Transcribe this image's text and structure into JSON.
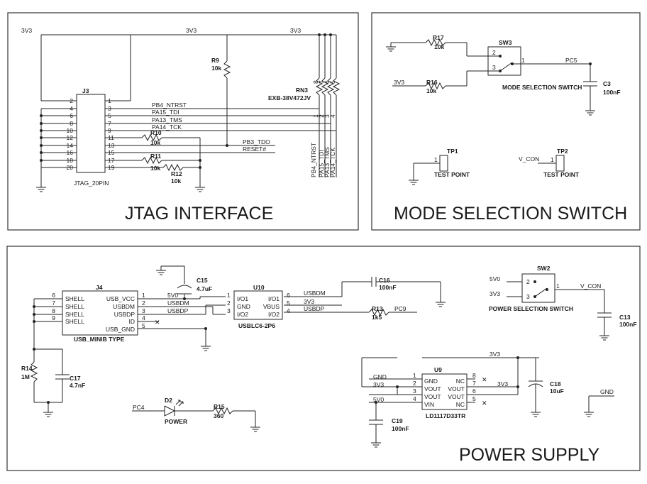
{
  "sections": {
    "jtag": "JTAG INTERFACE",
    "mode": "MODE SELECTION SWITCH",
    "power": "POWER SUPPLY"
  },
  "nets": {
    "v3": "3V3",
    "v5": "5V0",
    "gnd": "GND",
    "vcon": "V_CON",
    "pc4": "PC4",
    "pc5": "PC5",
    "pc9": "PC9",
    "usbdm": "USBDM",
    "usbdp": "USBDP",
    "usbdm5v": "5V0"
  },
  "jtag": {
    "ref": "J3",
    "part": "JTAG_20PIN",
    "left_pins": [
      "2",
      "4",
      "6",
      "8",
      "10",
      "12",
      "14",
      "16",
      "18",
      "20"
    ],
    "right_pins": [
      "1",
      "3",
      "5",
      "7",
      "9",
      "11",
      "13",
      "15",
      "17",
      "19"
    ],
    "signals": [
      "PB4_NTRST",
      "PA15_TDI",
      "PA13_TMS",
      "PA14_TCK",
      "PB3_TDO",
      "RESET#"
    ],
    "r9": {
      "ref": "R9",
      "value": "10k"
    },
    "r10": {
      "ref": "R10",
      "value": "10k"
    },
    "r11": {
      "ref": "R11",
      "value": "10k"
    },
    "r12": {
      "ref": "R12",
      "value": "10k"
    },
    "rn3": {
      "ref": "RN3",
      "part": "EXB-38V472JV",
      "top_pins": [
        "8",
        "7",
        "6",
        "5"
      ],
      "bottom_pins": [
        "1",
        "2",
        "3",
        "4"
      ]
    },
    "net_labels": [
      "PB4_NTRST",
      "PA15_TDI",
      "PA13_TMS",
      "PA14_TCK"
    ]
  },
  "mode": {
    "r17": {
      "ref": "R17",
      "value": "10k"
    },
    "r16": {
      "ref": "R16",
      "value": "10k"
    },
    "sw": {
      "ref": "SW3",
      "name": "MODE SELECTION SWITCH",
      "pins": [
        "2",
        "3",
        "1"
      ]
    },
    "c3": {
      "ref": "C3",
      "value": "100nF"
    },
    "tp1": {
      "ref": "TP1",
      "name": "TEST POINT",
      "pin": "1"
    },
    "tp2": {
      "ref": "TP2",
      "name": "TEST POINT",
      "pin": "1"
    }
  },
  "power": {
    "j4": {
      "ref": "J4",
      "part": "USB_MINIB TYPE",
      "outer_pins": [
        "6",
        "7",
        "8",
        "9"
      ],
      "outer_labels": [
        "SHELL",
        "SHELL",
        "SHELL",
        "SHELL"
      ],
      "inner_labels": [
        "USB_VCC",
        "USBDM",
        "USBDP",
        "ID",
        "USB_GND"
      ],
      "inner_pins": [
        "1",
        "2",
        "3",
        "4",
        "5"
      ]
    },
    "c15": {
      "ref": "C15",
      "value": "4.7uF"
    },
    "u10": {
      "ref": "U10",
      "part": "USBLC6-2P6",
      "left_labels": [
        "I/O1",
        "GND",
        "I/O2"
      ],
      "left_pins": [
        "1",
        "2",
        "3"
      ],
      "right_labels": [
        "I/O1",
        "VBUS",
        "I/O2"
      ],
      "right_pins": [
        "6",
        "5",
        "4"
      ]
    },
    "c16": {
      "ref": "C16",
      "value": "100nF"
    },
    "r13": {
      "ref": "R13",
      "value": "1k5"
    },
    "r14": {
      "ref": "R14",
      "value": "1M"
    },
    "c17": {
      "ref": "C17",
      "value": "4.7nF"
    },
    "d2": {
      "ref": "D2",
      "name": "POWER"
    },
    "r15": {
      "ref": "R15",
      "value": "360"
    },
    "sw2": {
      "ref": "SW2",
      "name": "POWER SELECTION SWITCH",
      "pins": [
        "2",
        "3",
        "1"
      ]
    },
    "c13": {
      "ref": "C13",
      "value": "100nF"
    },
    "u9": {
      "ref": "U9",
      "part": "LD1117D33TR",
      "left_labels": [
        "GND",
        "VOUT",
        "VOUT",
        "VIN"
      ],
      "left_pins": [
        "1",
        "2",
        "3",
        "4"
      ],
      "right_labels": [
        "NC",
        "VOUT",
        "VOUT",
        "NC"
      ],
      "right_pins": [
        "8",
        "7",
        "6",
        "5"
      ]
    },
    "c18": {
      "ref": "C18",
      "value": "10uF"
    },
    "c19": {
      "ref": "C19",
      "value": "100nF"
    }
  }
}
